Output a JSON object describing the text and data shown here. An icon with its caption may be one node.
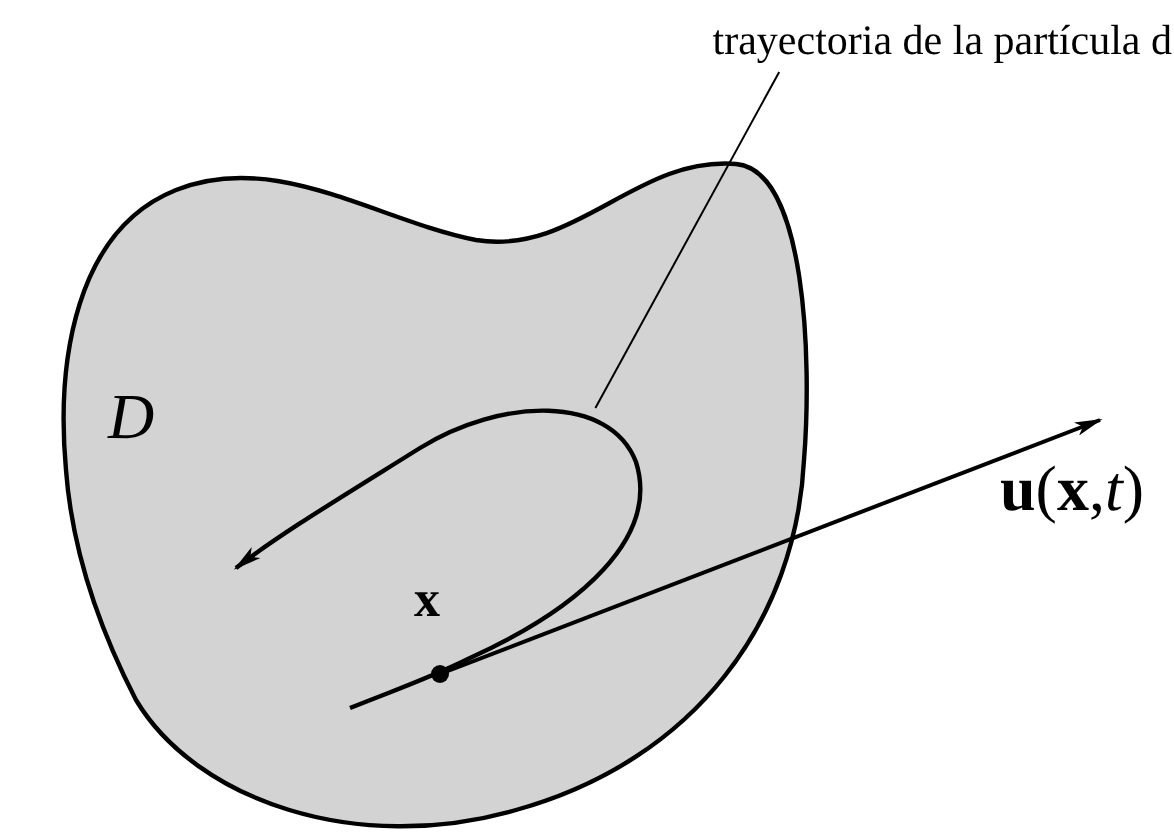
{
  "diagram": {
    "nodes": [
      {
        "text": [
          "D"
        ]
      },
      {
        "text": [
          "trayectoria de la partícula d"
        ]
      },
      {
        "text": [],
        "shape": "curve",
        "in": 0
      }
    ],
    "edges": [
      {
        "from": 1,
        "to": 2,
        "arrow": "none"
      }
    ],
    "labels": [
      "x",
      "**u**(**x**,*t*)"
    ]
  }
}
